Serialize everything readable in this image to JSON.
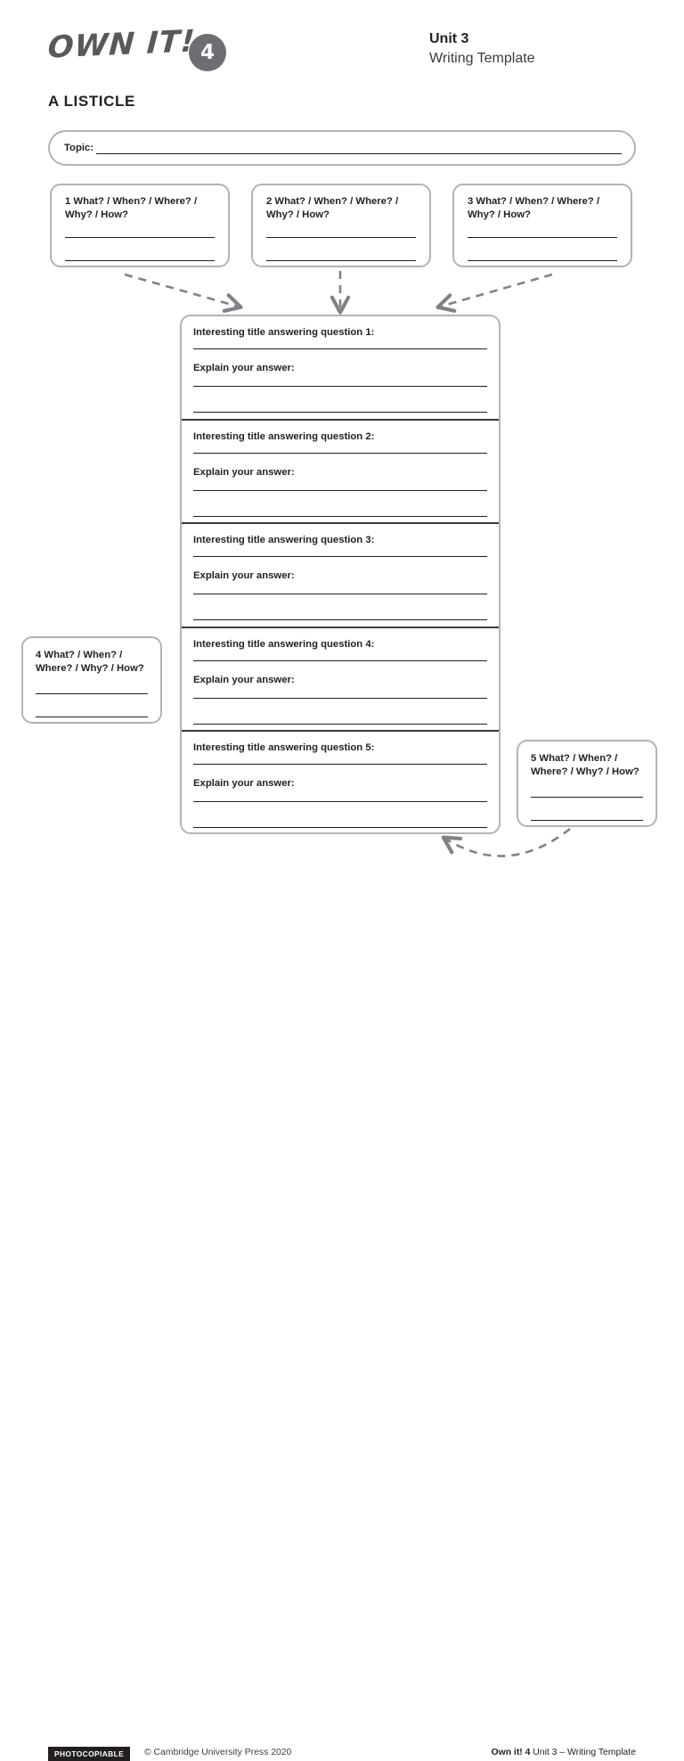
{
  "header": {
    "brand": "OWN IT!",
    "unit_badge": "4",
    "unit": "Unit 3",
    "subtitle": "Writing Template",
    "page_title": "A LISTICLE"
  },
  "topic": {
    "label": "Topic:",
    "value": ""
  },
  "question_boxes": [
    {
      "id": 1,
      "label": "1 What? / When? / Where? / Why? / How?",
      "line1": "",
      "line2": ""
    },
    {
      "id": 2,
      "label": "2 What? / When? / Where? / Why? / How?",
      "line1": "",
      "line2": ""
    },
    {
      "id": 3,
      "label": "3 What? / When? / Where? / Why? / How?",
      "line1": "",
      "line2": ""
    },
    {
      "id": 4,
      "label": "4 What? / When? / Where? / Why? / How?",
      "line1": "",
      "line2": ""
    },
    {
      "id": 5,
      "label": "5 What? / When? / Where? / Why? / How?",
      "line1": "",
      "line2": ""
    }
  ],
  "sections": [
    {
      "title": "Interesting title answering question 1:",
      "explain": "Explain your answer:"
    },
    {
      "title": "Interesting title answering question 2:",
      "explain": "Explain your answer:"
    },
    {
      "title": "Interesting title answering question 3:",
      "explain": "Explain your answer:"
    },
    {
      "title": "Interesting title answering question 4:",
      "explain": "Explain your answer:"
    },
    {
      "title": "Interesting title answering question 5:",
      "explain": "Explain your answer:"
    }
  ],
  "footer": {
    "photocopiable": "PHOTOCOPIABLE",
    "copyright": "© Cambridge University Press 2020",
    "right_bold": "Own it! 4",
    "right_rest": "Unit 3  –  Writing Template"
  },
  "colors": {
    "box_border": "#b3b3b3",
    "arrow": "#808285",
    "text": "#231f20",
    "badge_bg": "#6d6e71",
    "rule": "#3a3a3a"
  }
}
